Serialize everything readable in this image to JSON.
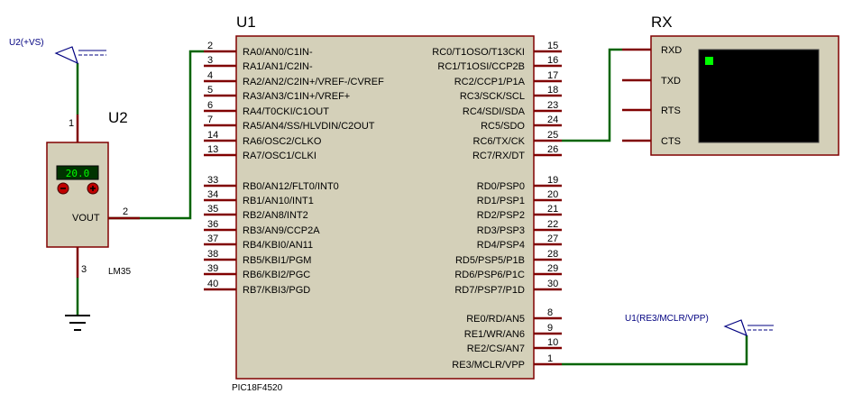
{
  "chip": {
    "ref": "U1",
    "part": "PIC18F4520",
    "left_pins": [
      {
        "num": "2",
        "name": "RA0/AN0/C1IN-"
      },
      {
        "num": "3",
        "name": "RA1/AN1/C2IN-"
      },
      {
        "num": "4",
        "name": "RA2/AN2/C2IN+/VREF-/CVREF"
      },
      {
        "num": "5",
        "name": "RA3/AN3/C1IN+/VREF+"
      },
      {
        "num": "6",
        "name": "RA4/T0CKI/C1OUT"
      },
      {
        "num": "7",
        "name": "RA5/AN4/SS/HLVDIN/C2OUT"
      },
      {
        "num": "14",
        "name": "RA6/OSC2/CLKO"
      },
      {
        "num": "13",
        "name": "RA7/OSC1/CLKI"
      },
      {
        "num": "33",
        "name": "RB0/AN12/FLT0/INT0"
      },
      {
        "num": "34",
        "name": "RB1/AN10/INT1"
      },
      {
        "num": "35",
        "name": "RB2/AN8/INT2"
      },
      {
        "num": "36",
        "name": "RB3/AN9/CCP2A"
      },
      {
        "num": "37",
        "name": "RB4/KBI0/AN11"
      },
      {
        "num": "38",
        "name": "RB5/KBI1/PGM"
      },
      {
        "num": "39",
        "name": "RB6/KBI2/PGC"
      },
      {
        "num": "40",
        "name": "RB7/KBI3/PGD"
      }
    ],
    "right_pins": [
      {
        "num": "15",
        "name": "RC0/T1OSO/T13CKI"
      },
      {
        "num": "16",
        "name": "RC1/T1OSI/CCP2B"
      },
      {
        "num": "17",
        "name": "RC2/CCP1/P1A"
      },
      {
        "num": "18",
        "name": "RC3/SCK/SCL"
      },
      {
        "num": "23",
        "name": "RC4/SDI/SDA"
      },
      {
        "num": "24",
        "name": "RC5/SDO"
      },
      {
        "num": "25",
        "name": "RC6/TX/CK"
      },
      {
        "num": "26",
        "name": "RC7/RX/DT"
      },
      {
        "num": "19",
        "name": "RD0/PSP0"
      },
      {
        "num": "20",
        "name": "RD1/PSP1"
      },
      {
        "num": "21",
        "name": "RD2/PSP2"
      },
      {
        "num": "22",
        "name": "RD3/PSP3"
      },
      {
        "num": "27",
        "name": "RD4/PSP4"
      },
      {
        "num": "28",
        "name": "RD5/PSP5/P1B"
      },
      {
        "num": "29",
        "name": "RD6/PSP6/P1C"
      },
      {
        "num": "30",
        "name": "RD7/PSP7/P1D"
      },
      {
        "num": "8",
        "name": "RE0/RD/AN5"
      },
      {
        "num": "9",
        "name": "RE1/WR/AN6"
      },
      {
        "num": "10",
        "name": "RE2/CS/AN7"
      },
      {
        "num": "1",
        "name": "RE3/MCLR/VPP"
      }
    ]
  },
  "sensor": {
    "ref": "U2",
    "part": "LM35",
    "display": "20.0",
    "vout_label": "VOUT",
    "pin_top": "1",
    "pin_out": "2",
    "pin_bottom": "3",
    "terminal": "U2(+VS)"
  },
  "terminal_u1": "U1(RE3/MCLR/VPP)",
  "virtual_terminal": {
    "ref": "RX",
    "pins": [
      "RXD",
      "TXD",
      "RTS",
      "CTS"
    ]
  },
  "colors": {
    "wire": "#006400",
    "wire_blue": "#000080",
    "pin": "#800000",
    "body_fill": "#d4d0b9",
    "body_stroke": "#800000",
    "screen": "#000000",
    "cursor": "#00ff00",
    "lcd_bg": "#003300",
    "lcd_text": "#00ff00"
  }
}
